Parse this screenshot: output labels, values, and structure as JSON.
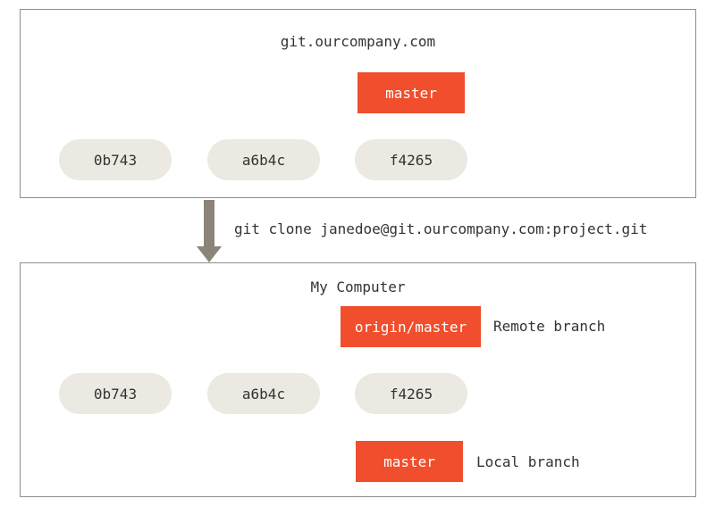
{
  "remote": {
    "title": "git.ourcompany.com",
    "commits": [
      "0b743",
      "a6b4c",
      "f4265"
    ],
    "branch": "master"
  },
  "clone_command": "git clone janedoe@git.ourcompany.com:project.git",
  "local": {
    "title": "My Computer",
    "commits": [
      "0b743",
      "a6b4c",
      "f4265"
    ],
    "remote_branch": "origin/master",
    "remote_branch_label": "Remote branch",
    "local_branch": "master",
    "local_branch_label": "Local branch"
  },
  "colors": {
    "branch": "#f04e2d",
    "commit": "#ebe9e2",
    "arrow": "#8c8479",
    "border": "#8f8f8f"
  }
}
